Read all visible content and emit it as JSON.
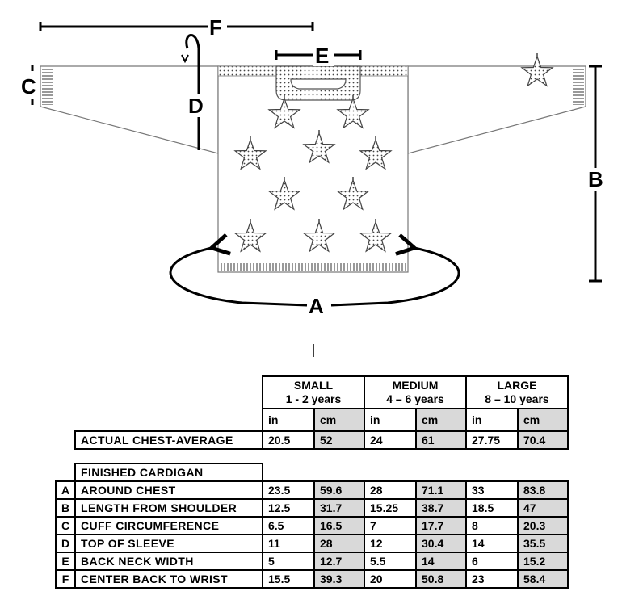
{
  "diagram": {
    "dimension_labels": {
      "A": "A",
      "B": "B",
      "C": "C",
      "D": "D",
      "E": "E",
      "F": "F"
    }
  },
  "table": {
    "sizes": [
      {
        "name": "SMALL",
        "ages": "1 - 2 years"
      },
      {
        "name": "MEDIUM",
        "ages": "4 – 6 years"
      },
      {
        "name": "LARGE",
        "ages": "8 – 10 years"
      }
    ],
    "units": {
      "in": "in",
      "cm": "cm"
    },
    "actual_chest": {
      "label": "ACTUAL CHEST-AVERAGE",
      "values": [
        "20.5",
        "52",
        "24",
        "61",
        "27.75",
        "70.4"
      ]
    },
    "section_title": "FINISHED CARDIGAN",
    "rows": [
      {
        "letter": "A",
        "label": "AROUND CHEST",
        "values": [
          "23.5",
          "59.6",
          "28",
          "71.1",
          "33",
          "83.8"
        ]
      },
      {
        "letter": "B",
        "label": "LENGTH FROM SHOULDER",
        "values": [
          "12.5",
          "31.7",
          "15.25",
          "38.7",
          "18.5",
          "47"
        ]
      },
      {
        "letter": "C",
        "label": "CUFF CIRCUMFERENCE",
        "values": [
          "6.5",
          "16.5",
          "7",
          "17.7",
          "8",
          "20.3"
        ]
      },
      {
        "letter": "D",
        "label": "TOP OF SLEEVE",
        "values": [
          "11",
          "28",
          "12",
          "30.4",
          "14",
          "35.5"
        ]
      },
      {
        "letter": "E",
        "label": "BACK NECK WIDTH",
        "values": [
          "5",
          "12.7",
          "5.5",
          "14",
          "6",
          "15.2"
        ]
      },
      {
        "letter": "F",
        "label": "CENTER BACK TO WRIST",
        "values": [
          "15.5",
          "39.3",
          "20",
          "50.8",
          "23",
          "58.4"
        ]
      }
    ]
  }
}
